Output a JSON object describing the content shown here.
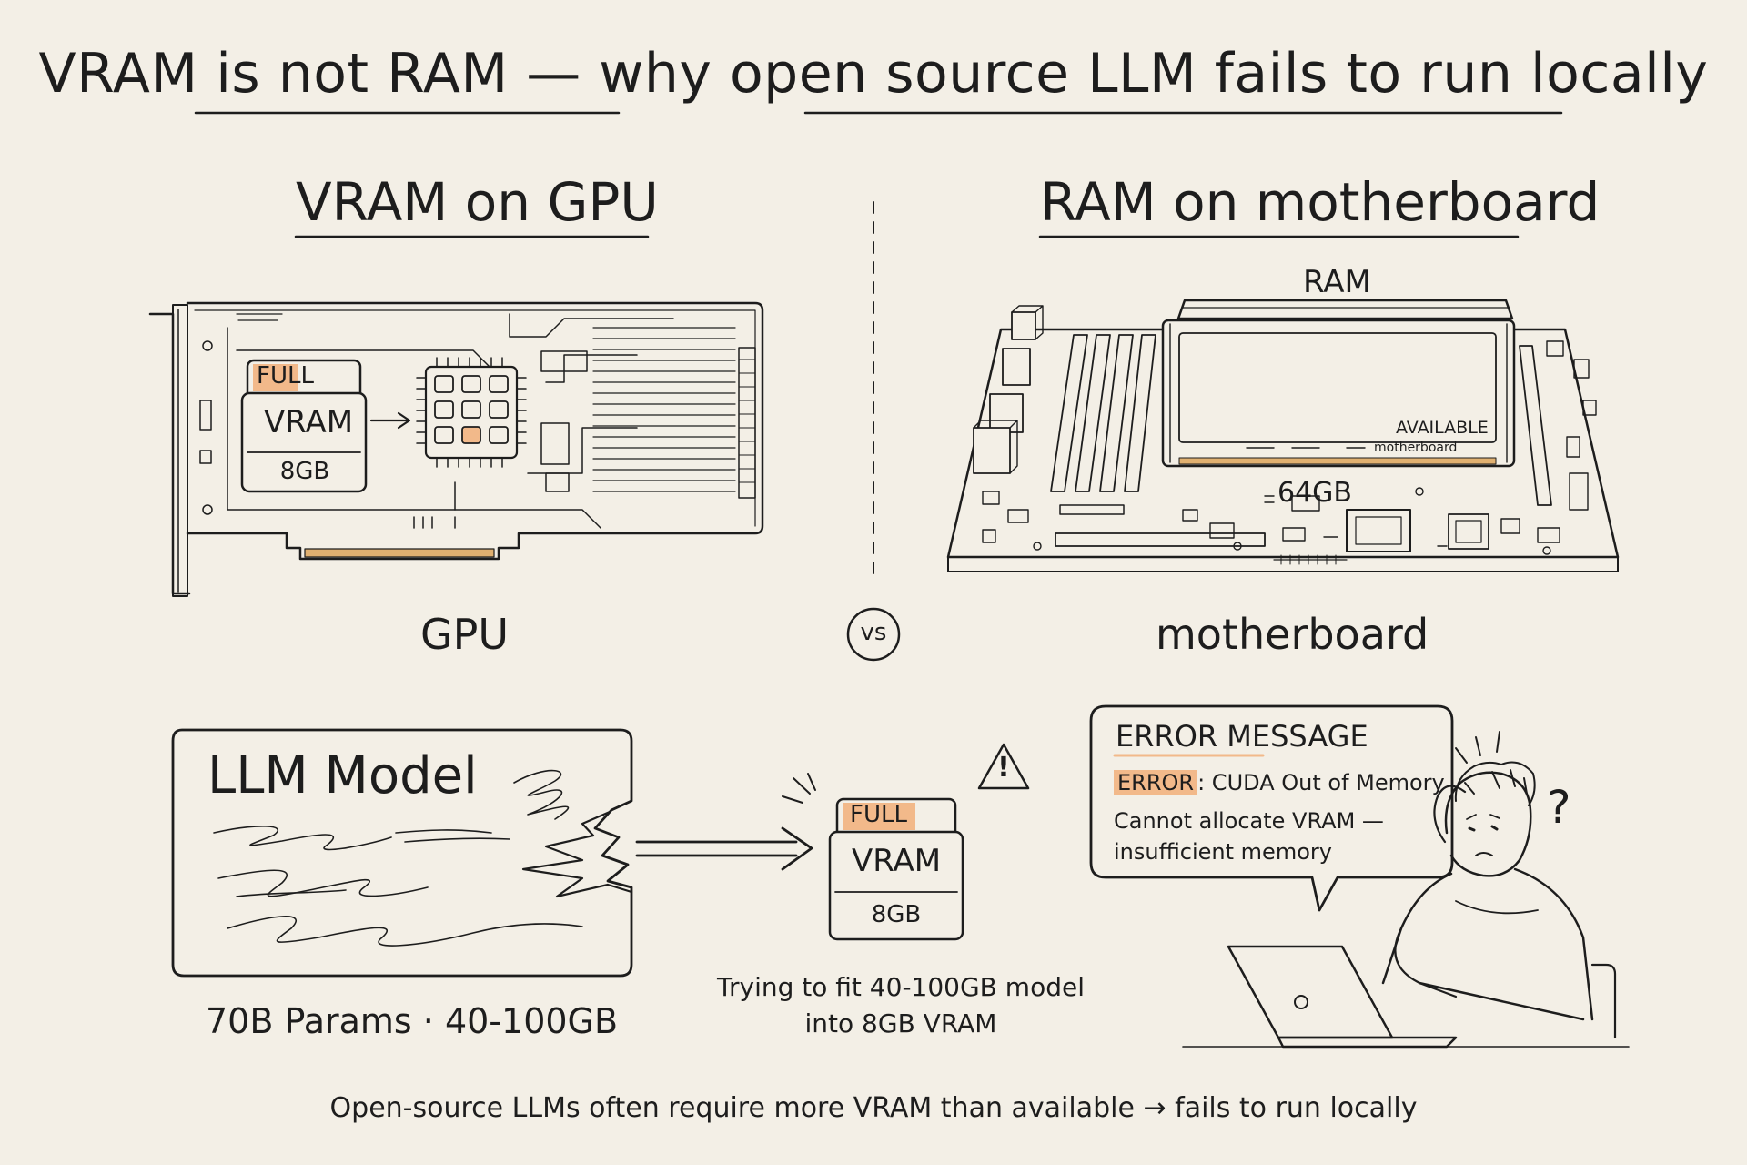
{
  "title": "VRAM is not RAM — why open source LLM fails to run locally",
  "left": {
    "heading": "VRAM on GPU",
    "full_tag": "FULL",
    "chip_label": "VRAM",
    "chip_size": "8GB",
    "caption": "GPU"
  },
  "right": {
    "heading": "RAM on motherboard",
    "ram_label": "RAM",
    "available_tag": "AVAILABLE",
    "board_print": "motherboard",
    "ram_size": "64GB",
    "caption": "motherboard"
  },
  "vs_label": "vs",
  "model": {
    "title": "LLM Model",
    "caption": "70B Params · 40-100GB"
  },
  "target": {
    "full_tag": "FULL",
    "chip_label": "VRAM",
    "chip_size": "8GB",
    "caption_line1": "Trying to fit 40-100GB model",
    "caption_line2": "into 8GB VRAM"
  },
  "error": {
    "heading": "ERROR MESSAGE",
    "tag": "ERROR",
    "line1_rest": ": CUDA Out of Memory",
    "line2": "Cannot allocate VRAM —",
    "line3": "insufficient memory"
  },
  "question_mark": "?",
  "warning_glyph": "!",
  "footer": "Open-source LLMs often require more VRAM than available → fails to run locally",
  "colors": {
    "background": "#f3efe6",
    "ink": "#1d1d1d",
    "highlight": "#f2b98a",
    "gold_contacts": "#e0b070"
  }
}
